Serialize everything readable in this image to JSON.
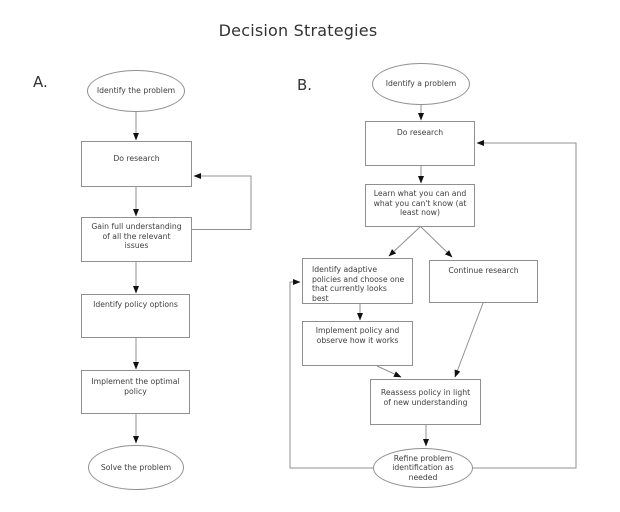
{
  "title": "Decision Strategies",
  "diagram": {
    "label_a": "A.",
    "label_b": "B.",
    "flow_a": {
      "start": "Identify the problem",
      "do_research": "Do research",
      "gain_understanding": "Gain full understanding\nof all the relevant\nissues",
      "identify_options": "Identify policy options",
      "implement_optimal": "Implement the optimal\npolicy",
      "solve": "Solve the problem"
    },
    "flow_b": {
      "start": "Identify a problem",
      "do_research": "Do research",
      "learn": "Learn what you can and\nwhat you can't know (at\nleast now)",
      "adaptive": "Identify adaptive\npolicies and choose one\nthat currently looks\nbest",
      "continue_research": "Continue research",
      "implement_observe": "Implement policy and\nobserve how it works",
      "reassess": "Reassess policy in light\nof new understanding",
      "refine": "Refine problem\nidentification as\nneeded"
    },
    "colors": {
      "background": "#ffffff",
      "line": "#909090",
      "arrowhead": "#111111",
      "text": "#3f3f3f",
      "title_text": "#333333"
    }
  }
}
